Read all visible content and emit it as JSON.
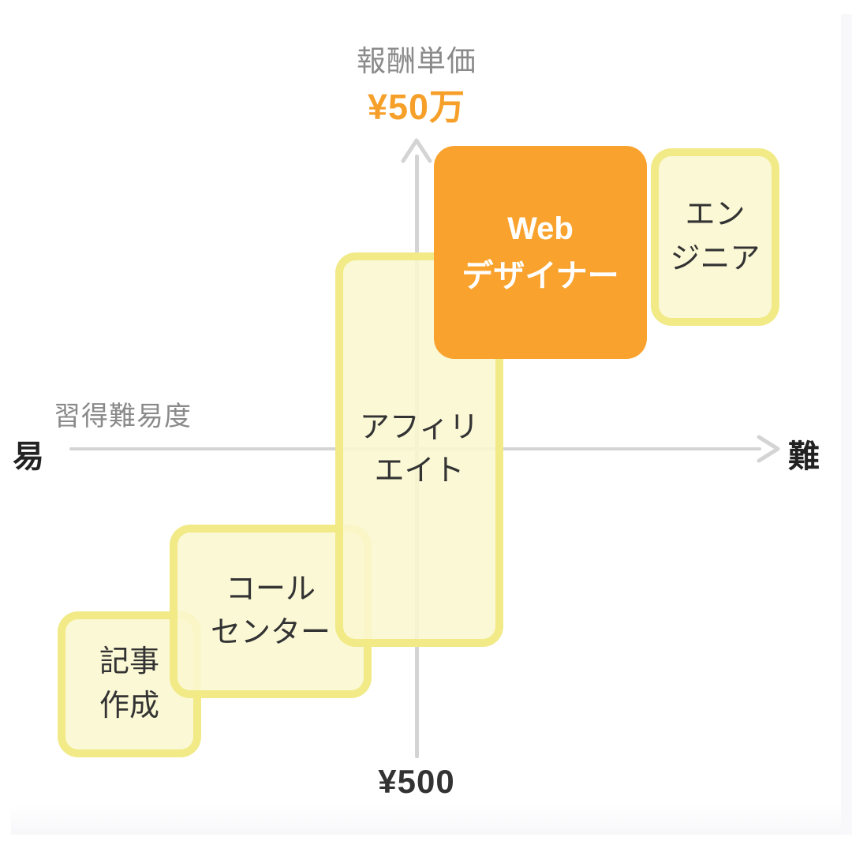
{
  "chart_data": {
    "type": "scatter",
    "title": "",
    "xlabel": "習得難易度",
    "ylabel": "報酬単価",
    "x_axis": {
      "label": "習得難易度",
      "low_end": "易",
      "high_end": "難",
      "arrow": "right-arrow-icon"
    },
    "y_axis": {
      "label": "報酬単価",
      "high_end": "¥50万",
      "low_end": "¥500",
      "arrow": "up-arrow-icon"
    },
    "items": [
      {
        "id": "kiji-sakusei",
        "lines": [
          "記事",
          "作成"
        ],
        "difficulty": "very-low",
        "pay": "very-low",
        "highlight": false
      },
      {
        "id": "call-center",
        "lines": [
          "コール",
          "センター"
        ],
        "difficulty": "low",
        "pay": "low",
        "highlight": false
      },
      {
        "id": "affiliate",
        "lines": [
          "アフィリ",
          "エイト"
        ],
        "difficulty": "medium",
        "pay": "medium-wide",
        "highlight": false
      },
      {
        "id": "web-designer",
        "lines": [
          "Web",
          "デザイナー"
        ],
        "difficulty": "high",
        "pay": "high",
        "highlight": true
      },
      {
        "id": "engineer",
        "lines": [
          "エン",
          "ジニア"
        ],
        "difficulty": "very-high",
        "pay": "high",
        "highlight": false
      }
    ],
    "legend": [],
    "grid": false
  },
  "colors": {
    "accent_orange": "#f9a32e",
    "pale_fill": "#faf7d0",
    "pale_border": "#f0e87a",
    "axis_gray": "#d4d4d4",
    "muted_text": "#8a8a8a",
    "dark_text": "#333333",
    "white": "#ffffff"
  },
  "captions": {
    "top_label": "報酬単価",
    "top_value": "¥50万",
    "bottom_value": "¥500",
    "left_label": "習得難易度",
    "axis_easy": "易",
    "axis_hard": "難"
  },
  "boxes": {
    "kiji": {
      "line1": "記事",
      "line2": "作成"
    },
    "call": {
      "line1": "コール",
      "line2": "センター"
    },
    "affiliate": {
      "line1": "アフィリ",
      "line2": "エイト"
    },
    "web": {
      "line1": "Web",
      "line2": "デザイナー"
    },
    "engineer": {
      "line1": "エン",
      "line2": "ジニア"
    }
  }
}
